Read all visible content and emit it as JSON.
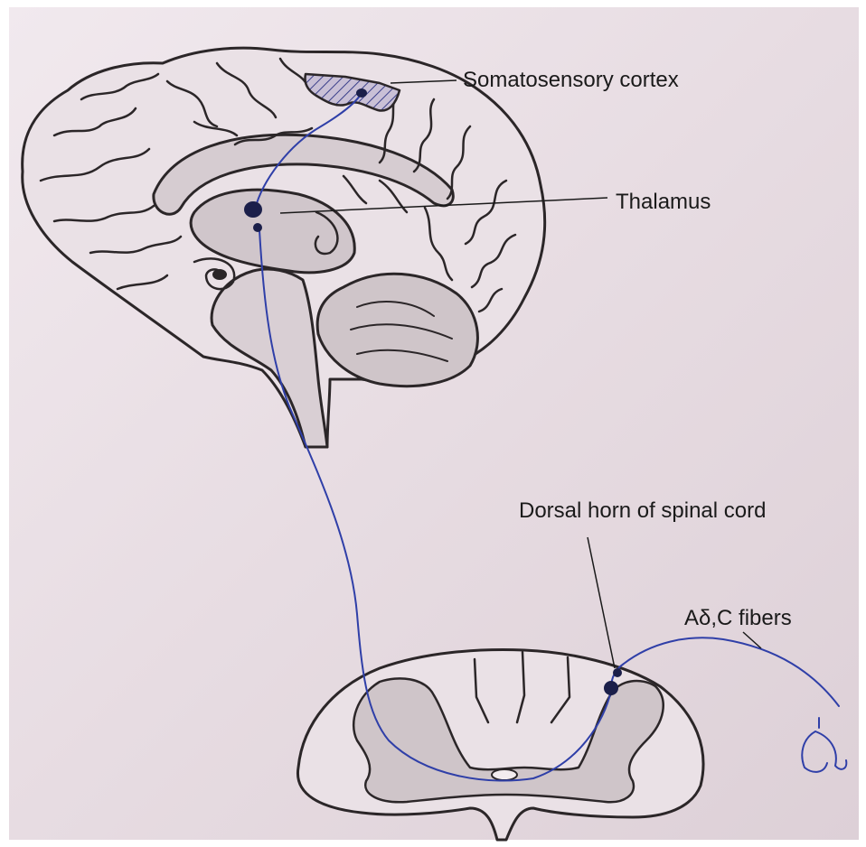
{
  "labels": {
    "somatosensory_cortex": "Somatosensory cortex",
    "thalamus": "Thalamus",
    "dorsal_horn": "Dorsal horn of spinal cord",
    "fibers": "Aδ,C fibers"
  },
  "colors": {
    "paper": "#e8dde3",
    "pathway": "#2f3fa8",
    "outline": "#2b2628",
    "shaded": "#cfc5c9",
    "neuron": "#1b1f4a"
  }
}
